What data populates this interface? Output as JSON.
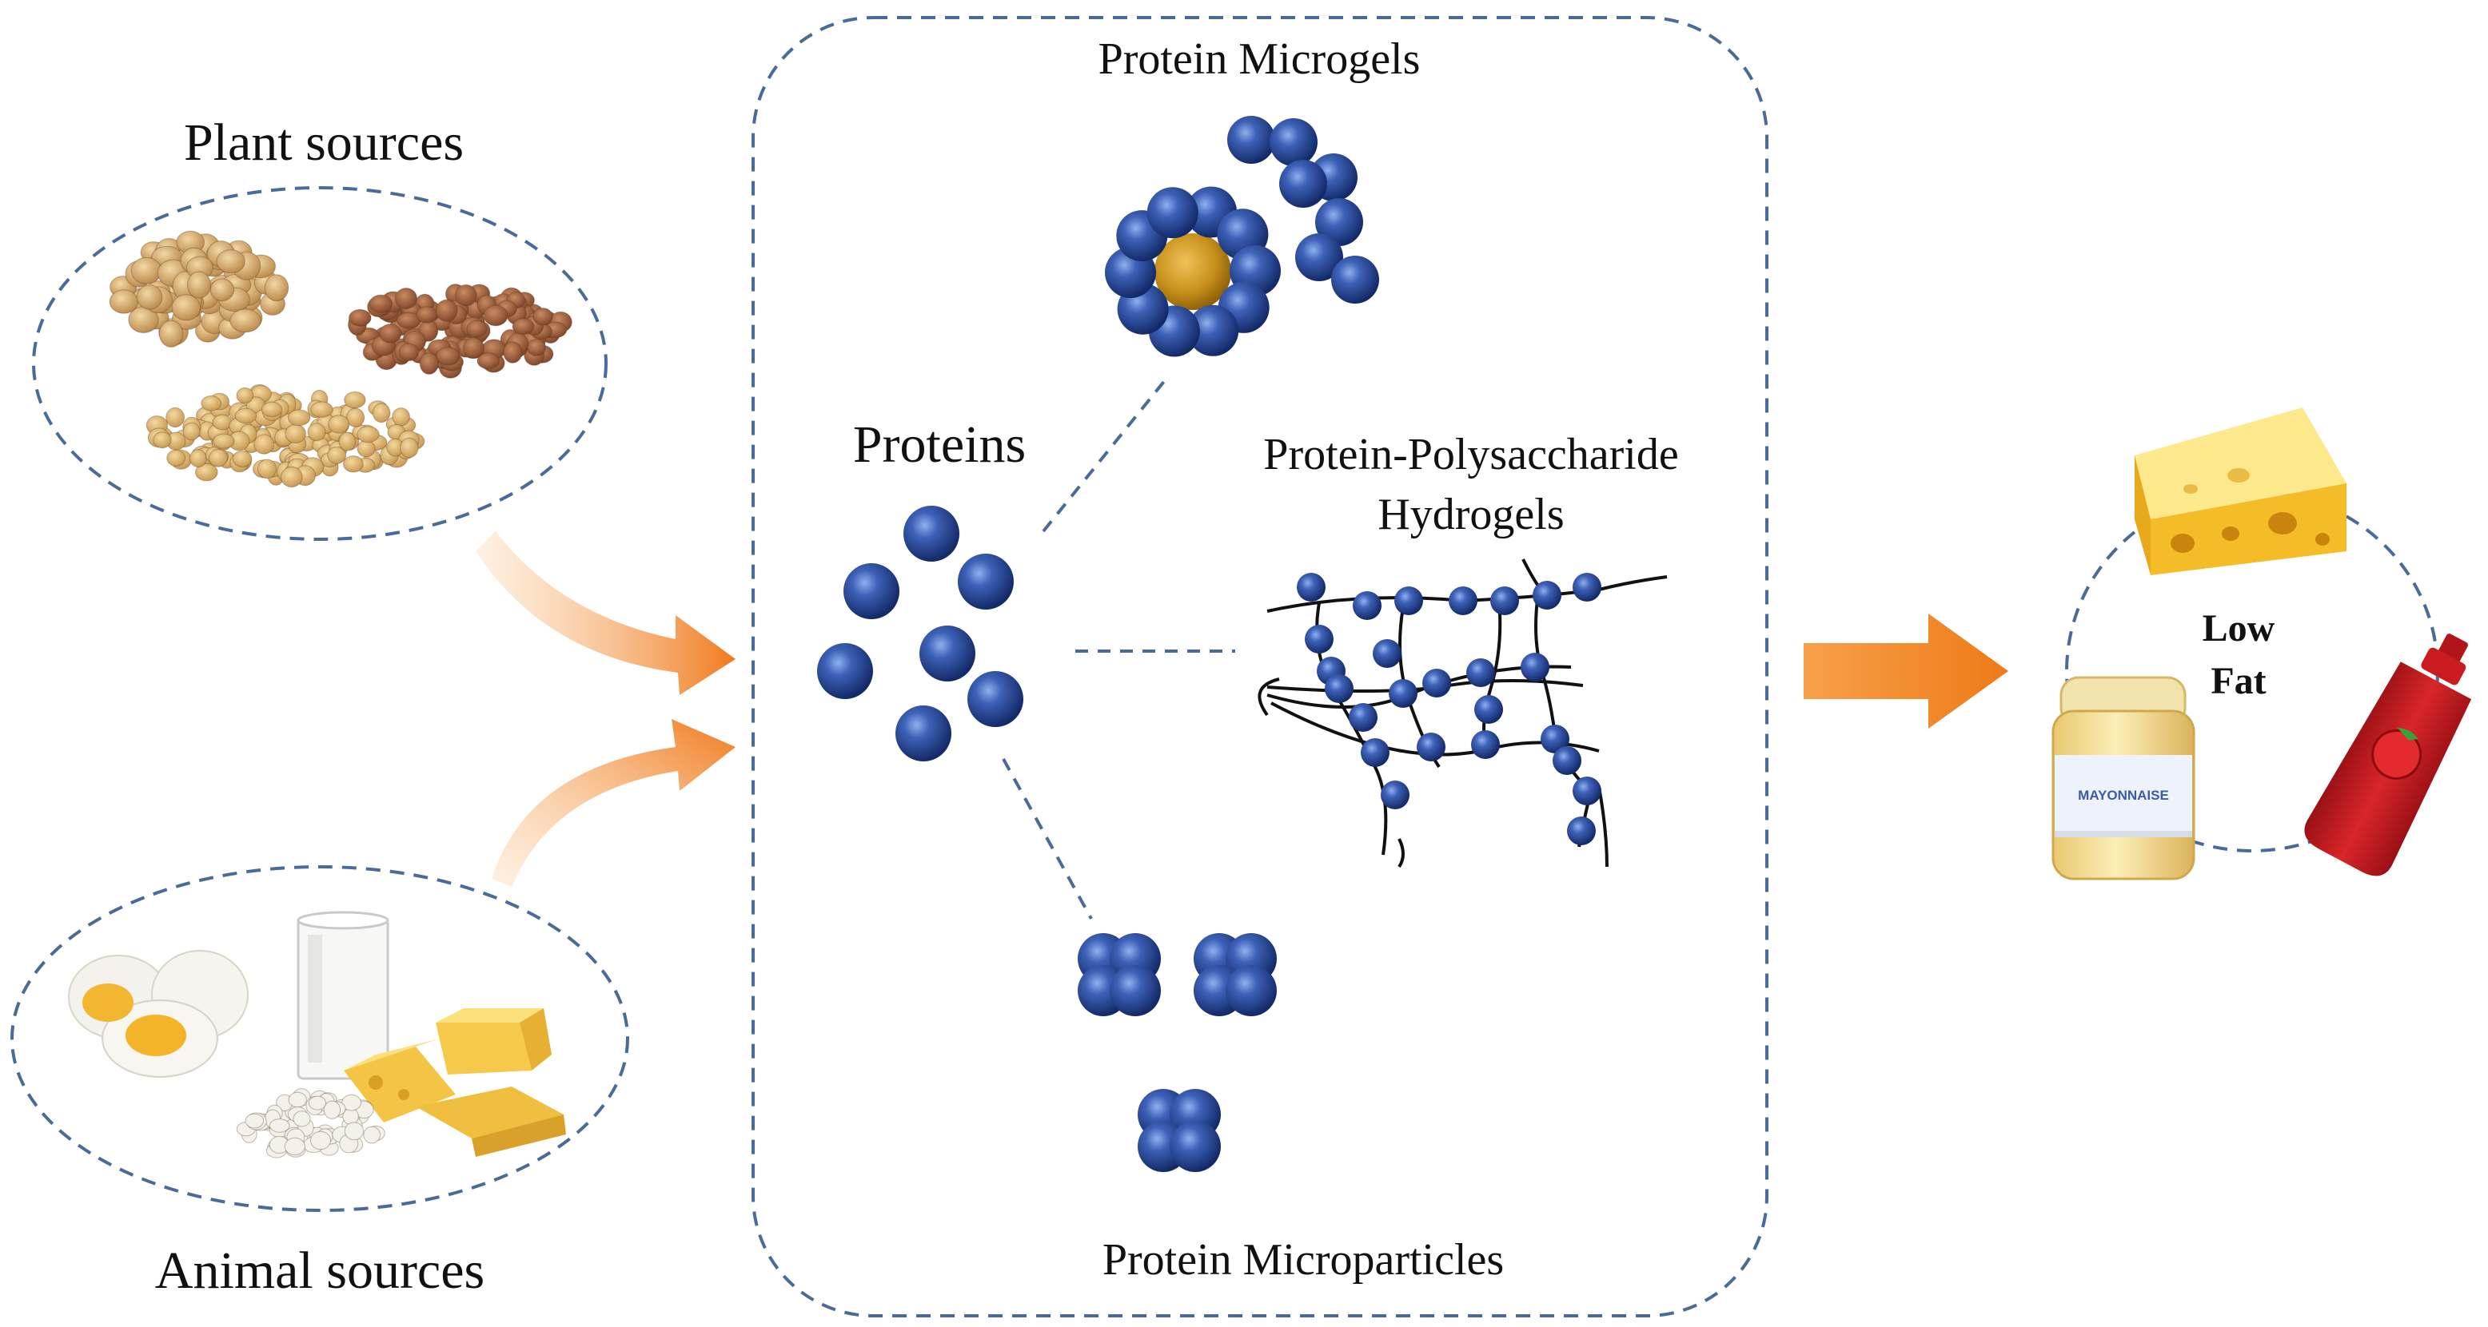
{
  "labels": {
    "plant_sources": "Plant sources",
    "animal_sources": "Animal sources",
    "proteins": "Proteins",
    "protein_microgels": "Protein Microgels",
    "hydrogels_line1": "Protein-Polysaccharide",
    "hydrogels_line2": "Hydrogels",
    "protein_microparticles": "Protein Microparticles",
    "low": "Low",
    "fat": "Fat",
    "mayonnaise": "MAYONNAISE"
  },
  "colors": {
    "dashed_line": "#4a6a9a",
    "protein_sphere": "#2a4a9c",
    "protein_sphere_dark": "#132a68",
    "microgel_core": "#c7901a",
    "arrow_orange": "#f08a2a",
    "cheese": "#f6c431",
    "ketchup": "#cc1e22",
    "mayonnaise": "#f4e1a0"
  },
  "icons": [
    "chickpeas-image",
    "lentils-image",
    "soybeans-image",
    "boiled-eggs-image",
    "milk-glass-image",
    "cheese-cubes-image",
    "cottage-cheese-image",
    "cheese-wedge-icon",
    "mayonnaise-jar-icon",
    "ketchup-bottle-icon"
  ]
}
